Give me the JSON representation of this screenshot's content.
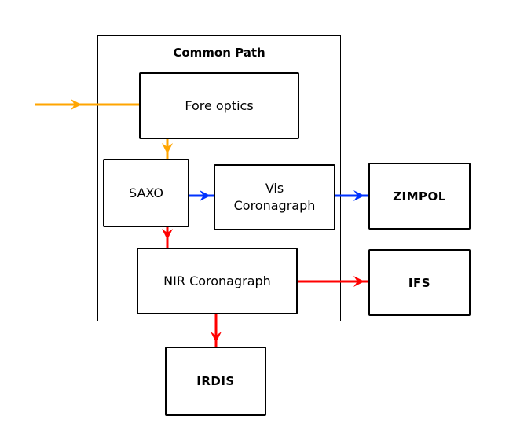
{
  "diagram": {
    "container": {
      "label": "Common Path"
    },
    "blocks": {
      "fore_optics": {
        "label": "Fore optics"
      },
      "saxo": {
        "label": "SAXO"
      },
      "vis_coronagraph": {
        "line1": "Vis",
        "line2": "Coronagraph"
      },
      "nir_coronagraph": {
        "label": "NIR Coronagraph"
      },
      "zimpol": {
        "label": "ZIMPOL"
      },
      "ifs": {
        "label": "IFS"
      },
      "irdis": {
        "label": "IRDIS"
      }
    },
    "connections": [
      {
        "from": "input",
        "to": "Fore optics",
        "color": "#FFA500"
      },
      {
        "from": "Fore optics",
        "to": "SAXO",
        "color": "#FFA500"
      },
      {
        "from": "SAXO",
        "to": "Vis Coronagraph",
        "color": "#0033FF"
      },
      {
        "from": "Vis Coronagraph",
        "to": "ZIMPOL",
        "color": "#0033FF"
      },
      {
        "from": "SAXO",
        "to": "NIR Coronagraph",
        "color": "#FF0000"
      },
      {
        "from": "NIR Coronagraph",
        "to": "IFS",
        "color": "#FF0000"
      },
      {
        "from": "NIR Coronagraph",
        "to": "IRDIS",
        "color": "#FF0000"
      }
    ]
  }
}
